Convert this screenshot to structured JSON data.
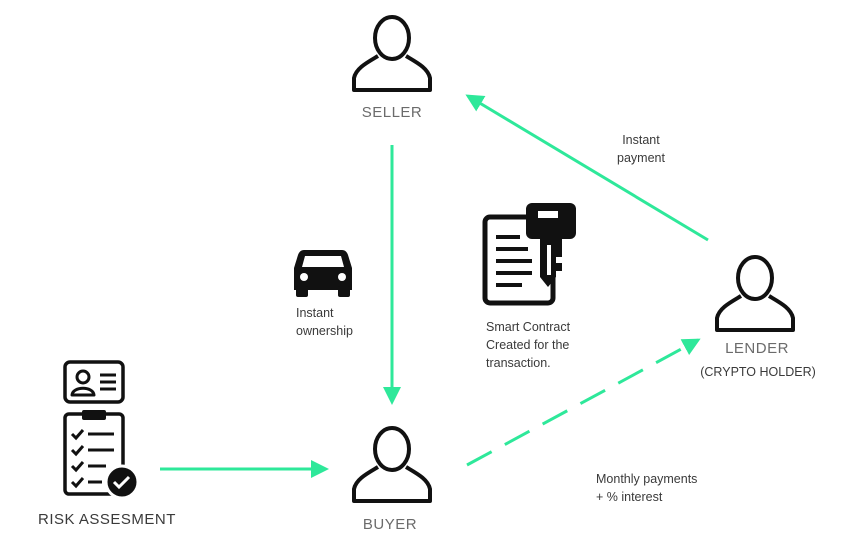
{
  "colors": {
    "arrow": "#2ee89a",
    "icon": "#111111",
    "label": "#6b6b6b",
    "note": "#3a3a3a"
  },
  "nodes": {
    "seller": {
      "label": "SELLER",
      "icon": "person-icon"
    },
    "buyer": {
      "label": "BUYER",
      "icon": "person-icon"
    },
    "lender": {
      "label": "LENDER",
      "sublabel": "(CRYPTO HOLDER)",
      "icon": "person-icon"
    },
    "risk": {
      "label": "RISK ASSESMENT",
      "icons": [
        "id-card-icon",
        "checklist-icon"
      ]
    }
  },
  "annotations": {
    "instant_payment": [
      "Instant",
      "payment"
    ],
    "instant_ownership": [
      "Instant",
      "ownership"
    ],
    "smart_contract": [
      "Smart Contract",
      "Created for the",
      "transaction."
    ],
    "monthly_payments": [
      "Monthly payments",
      "+ % interest"
    ]
  },
  "icons": {
    "car": "car-icon",
    "contract": "contract-key-icon"
  }
}
